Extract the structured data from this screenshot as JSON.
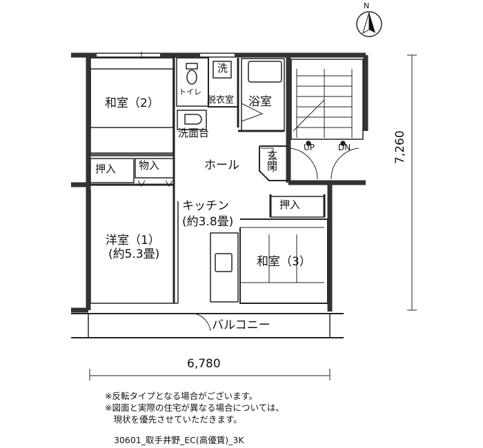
{
  "compass": {
    "north_label": "N"
  },
  "rooms": {
    "washitsu2": "和室（2）",
    "toilet": "トイレ",
    "sentaku": "洗",
    "datsuishitsu": "脱衣室",
    "yokushitsu": "浴室",
    "senmendai": "洗面台",
    "oshiire1": "押入",
    "monoire": "物入",
    "hall": "ホール",
    "genkan": "玄関",
    "kitchen": "キッチン",
    "kitchen_size": "(約3.8畳)",
    "oshiire2": "押入",
    "youshitsu1": "洋室（1）",
    "youshitsu1_size": "(約5.3畳)",
    "washitsu3": "和室（3）",
    "balcony": "バルコニー"
  },
  "stairs": {
    "up": "UP",
    "dn": "DN"
  },
  "dimensions": {
    "width": "6,780",
    "height": "7,260"
  },
  "notes": [
    "※反転タイプとなる場合がございます。",
    "※図面と実際の住宅が異なる場合については、",
    "　現状を優先させていただきます。"
  ],
  "plan_code": "30601_取手井野_EC(高優賃)_3K"
}
